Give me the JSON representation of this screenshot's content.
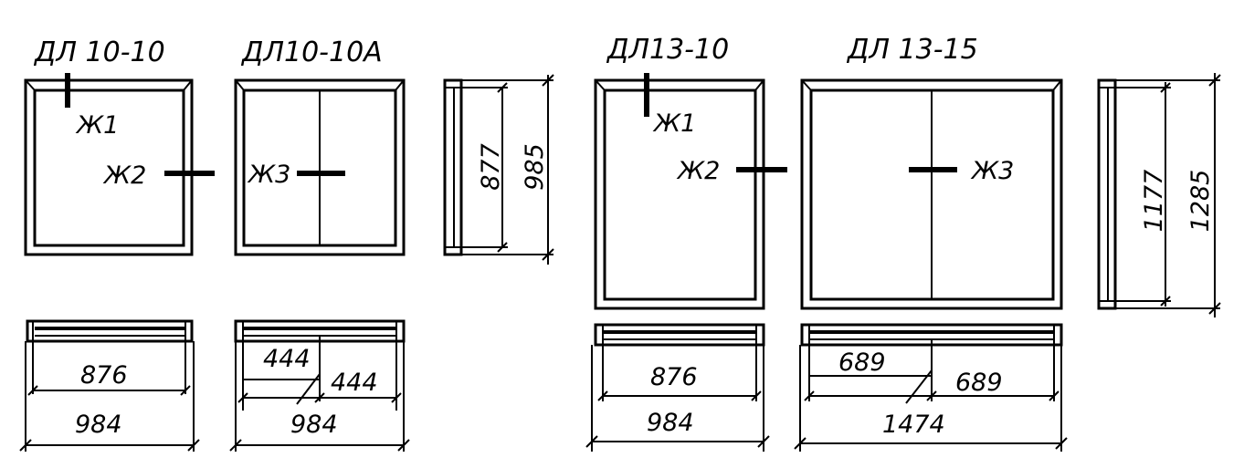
{
  "panels": {
    "dl10_10": {
      "title": "ДЛ 10-10",
      "mark_j1": "Ж1",
      "mark_j2": "Ж2",
      "dim_inner": "876",
      "dim_outer": "984"
    },
    "dl10_10a": {
      "title": "ДЛ10-10А",
      "mark_j3": "Ж3",
      "dim_left": "444",
      "dim_right": "444",
      "dim_outer": "984"
    },
    "side_small": {
      "dim_inner": "877",
      "dim_outer": "985"
    },
    "dl13_10": {
      "title": "ДЛ13-10",
      "mark_j1": "Ж1",
      "mark_j2": "Ж2",
      "dim_inner": "876",
      "dim_outer": "984"
    },
    "dl13_15": {
      "title": "ДЛ 13-15",
      "mark_j3": "Ж3",
      "dim_left": "689",
      "dim_right": "689",
      "dim_outer": "1474"
    },
    "side_large": {
      "dim_inner": "1177",
      "dim_outer": "1285"
    }
  }
}
